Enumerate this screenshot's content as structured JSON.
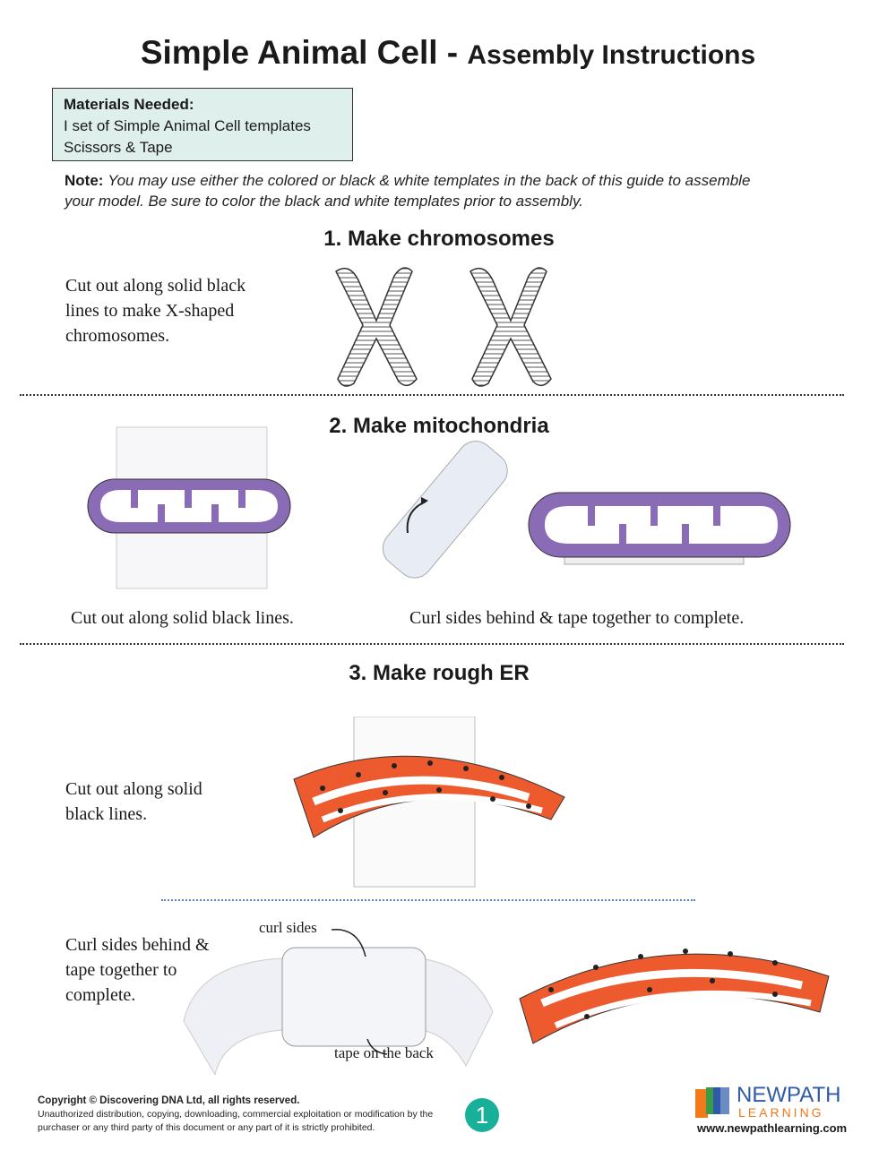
{
  "title": {
    "main": "Simple Animal Cell - ",
    "sub": "Assembly Instructions"
  },
  "materials": {
    "heading": "Materials Needed:",
    "items": [
      "I set of Simple Animal Cell templates",
      "Scissors & Tape"
    ]
  },
  "note": {
    "label": "Note:",
    "text": "You may use either the colored or black & white templates in the back of this guide to assemble your model. Be sure to color the black and white templates prior to assembly."
  },
  "steps": [
    {
      "heading": "1.  Make chromosomes",
      "text": "Cut out along solid black lines to make X-shaped chromosomes."
    },
    {
      "heading": "2.  Make mitochondria",
      "caption_left": "Cut out along solid black lines.",
      "caption_right": "Curl sides behind & tape together to complete."
    },
    {
      "heading": "3.  Make rough ER",
      "text": "Cut out along solid black lines.",
      "text2": "Curl sides behind & tape together to complete.",
      "label_curl": "curl sides",
      "label_tape": "tape on the back"
    }
  ],
  "footer": {
    "copyright": "Copyright © Discovering DNA Ltd, all rights reserved.",
    "notice": "Unauthorized distribution, copying, downloading, commercial exploitation or modification by the purchaser or any third party of this document or any part of it is strictly prohibited.",
    "page": "1",
    "logo_top": "NEWPATH",
    "logo_bottom": "LEARNING",
    "url": "www.newpathlearning.com"
  },
  "colors": {
    "materials_bg": "#dff0ec",
    "mito": "#8a6bb5",
    "er": "#ec5a2e",
    "page_badge": "#19b09a",
    "logo_blue": "#2e5aa8",
    "logo_orange": "#f07a1c"
  }
}
